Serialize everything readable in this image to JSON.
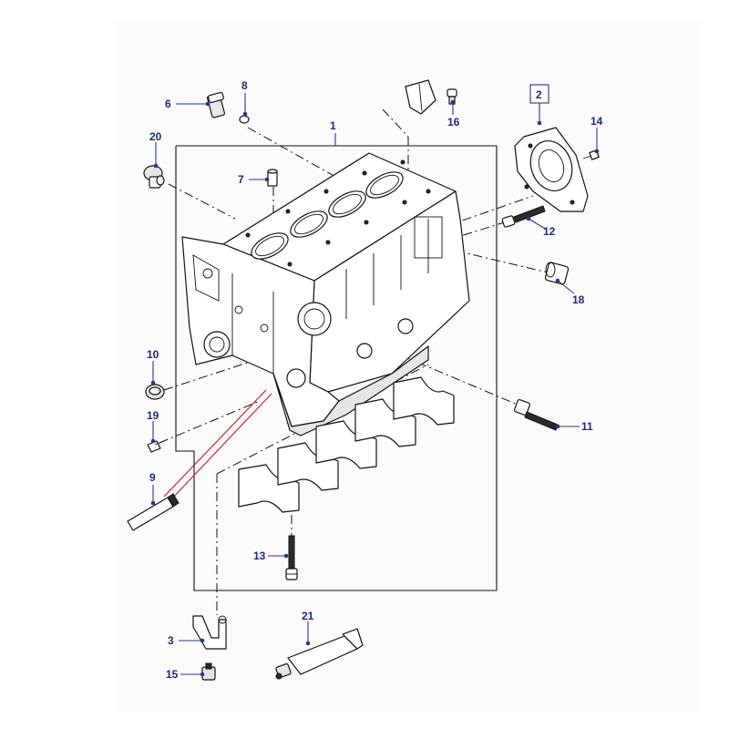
{
  "diagram": {
    "callouts": [
      {
        "id": "c1",
        "label": "1"
      },
      {
        "id": "c2",
        "label": "2"
      },
      {
        "id": "c3",
        "label": "3"
      },
      {
        "id": "c6",
        "label": "6"
      },
      {
        "id": "c7",
        "label": "7"
      },
      {
        "id": "c8",
        "label": "8"
      },
      {
        "id": "c9",
        "label": "9"
      },
      {
        "id": "c10",
        "label": "10"
      },
      {
        "id": "c11",
        "label": "11"
      },
      {
        "id": "c12",
        "label": "12"
      },
      {
        "id": "c13",
        "label": "13"
      },
      {
        "id": "c14",
        "label": "14"
      },
      {
        "id": "c15",
        "label": "15"
      },
      {
        "id": "c16",
        "label": "16"
      },
      {
        "id": "c18",
        "label": "18"
      },
      {
        "id": "c19",
        "label": "19"
      },
      {
        "id": "c20",
        "label": "20"
      },
      {
        "id": "c21",
        "label": "21"
      }
    ],
    "colors": {
      "callout_text": "#1f2a7a",
      "leader_line": "#2a3590",
      "highlight_line": "#d21a1a",
      "linework": "#111111",
      "background": "#ffffff"
    }
  }
}
